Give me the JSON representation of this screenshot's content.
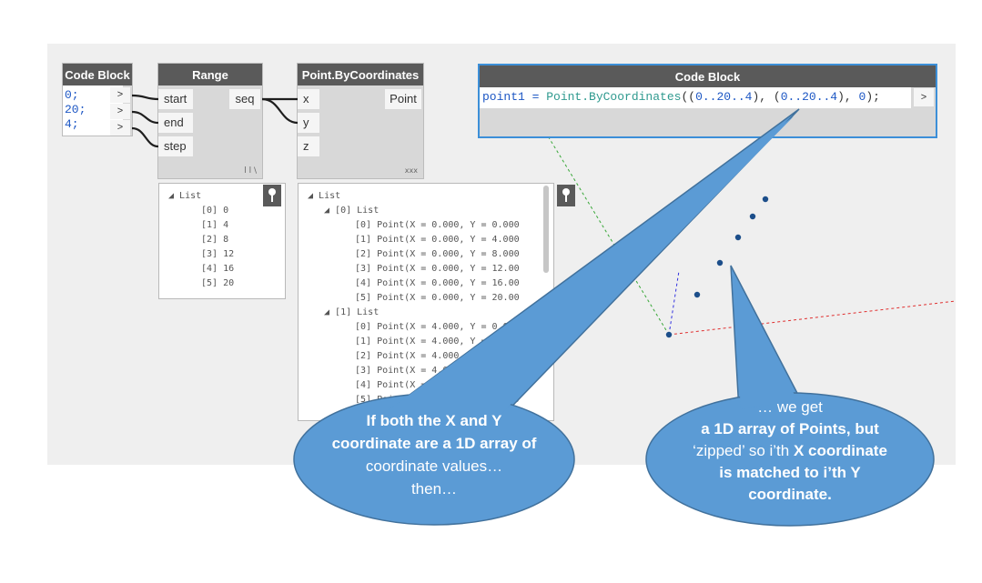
{
  "code_block_small": {
    "title": "Code Block",
    "lines": [
      {
        "text": "0;",
        "out": ">"
      },
      {
        "text": "20;",
        "out": ">"
      },
      {
        "text": "4;",
        "out": ">"
      }
    ]
  },
  "range_node": {
    "title": "Range",
    "inputs": [
      "start",
      "end",
      "step"
    ],
    "output": "seq",
    "lacing": "l l \\"
  },
  "point_node": {
    "title": "Point.ByCoordinates",
    "inputs": [
      "x",
      "y",
      "z"
    ],
    "output": "Point",
    "lacing": "xxx"
  },
  "code_block_large": {
    "title": "Code Block",
    "prefix": "point1 = ",
    "func": "Point.ByCoordinates",
    "args_open": "((",
    "r1": "0..20..4",
    "mid": "), (",
    "r2": "0..20..4",
    "tail": "), ",
    "zero": "0",
    "end": ");",
    "out": ">"
  },
  "range_watch": {
    "root": "List",
    "items": [
      "[0] 0",
      "[1] 4",
      "[2] 8",
      "[3] 12",
      "[4] 16",
      "[5] 20"
    ]
  },
  "points_watch": {
    "root": "List",
    "sub0": "[0] List",
    "sub0_items": [
      "[0] Point(X = 0.000, Y = 0.000",
      "[1] Point(X = 0.000, Y = 4.000",
      "[2] Point(X = 0.000, Y = 8.000",
      "[3] Point(X = 0.000, Y = 12.00",
      "[4] Point(X = 0.000, Y = 16.00",
      "[5] Point(X = 0.000, Y = 20.00"
    ],
    "sub1": "[1] List",
    "sub1_items": [
      "[0] Point(X = 4.000, Y = 0.000",
      "[1] Point(X = 4.000, Y = 4.000",
      "[2] Point(X = 4.000, Y = 8.000",
      "[3] Point(X = 4.000, Y = 12.00",
      "[4] Point(X = 4.000, Y = 16.00",
      "[5] Point(X = 4.000, Y = 20.00"
    ]
  },
  "callout_left": {
    "line1": "If both the X and Y",
    "line2": "coordinate are a 1D array of",
    "line3": "coordinate values…",
    "line4": "then…"
  },
  "callout_right": {
    "line1": "… we get",
    "line2": "a 1D array of Points, but",
    "line3a": "‘zipped’ so  i’th ",
    "line3b": "X coordinate",
    "line4": "is matched to i’th Y",
    "line5": "coordinate."
  },
  "colors": {
    "canvas": "#efefef",
    "node_header": "#5a5a5a",
    "code_blue": "#1d57c4",
    "code_teal": "#2f9a8f",
    "callout": "#5b9bd5",
    "selection": "#3c8fd8"
  }
}
